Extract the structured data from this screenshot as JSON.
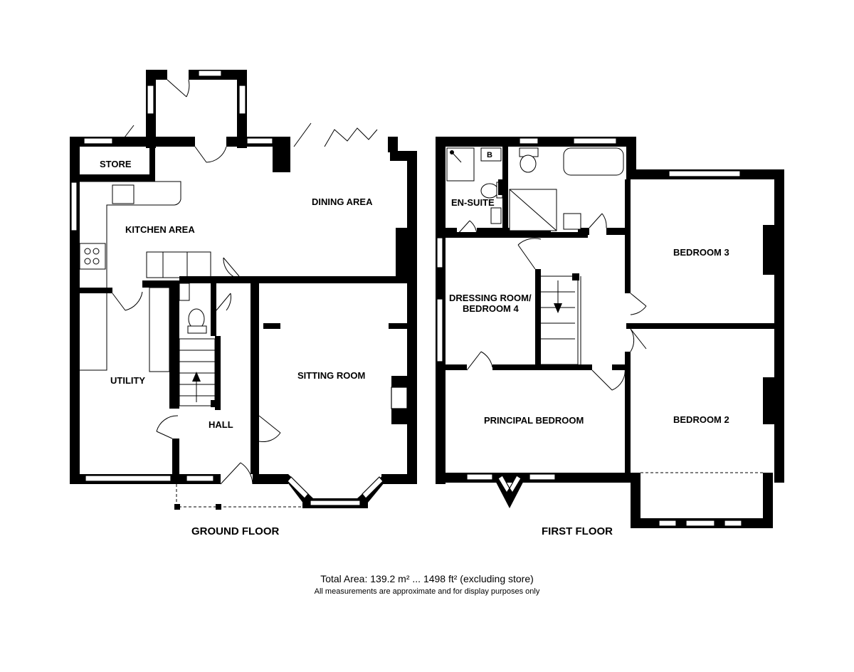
{
  "rooms": {
    "store": "STORE",
    "kitchen": "KITCHEN AREA",
    "dining": "DINING AREA",
    "utility": "UTILITY",
    "hall": "HALL",
    "sitting": "SITTING ROOM",
    "ensuite": "EN-SUITE",
    "dressing_line1": "DRESSING ROOM/",
    "dressing_line2": "BEDROOM 4",
    "bedroom3": "BEDROOM 3",
    "bedroom2": "BEDROOM 2",
    "principal": "PRINCIPAL BEDROOM",
    "boiler": "B"
  },
  "floors": {
    "ground": "GROUND FLOOR",
    "first": "FIRST FLOOR"
  },
  "footer": {
    "total_area": "Total Area: 139.2 m² ... 1498 ft² (excluding store)",
    "disclaimer": "All measurements are approximate and for display purposes only"
  },
  "icons": [
    "stairs-arrow-up-icon",
    "stairs-arrow-down-icon",
    "shower-icon",
    "bath-icon",
    "toilet-icon",
    "sink-icon",
    "hob-icon"
  ]
}
